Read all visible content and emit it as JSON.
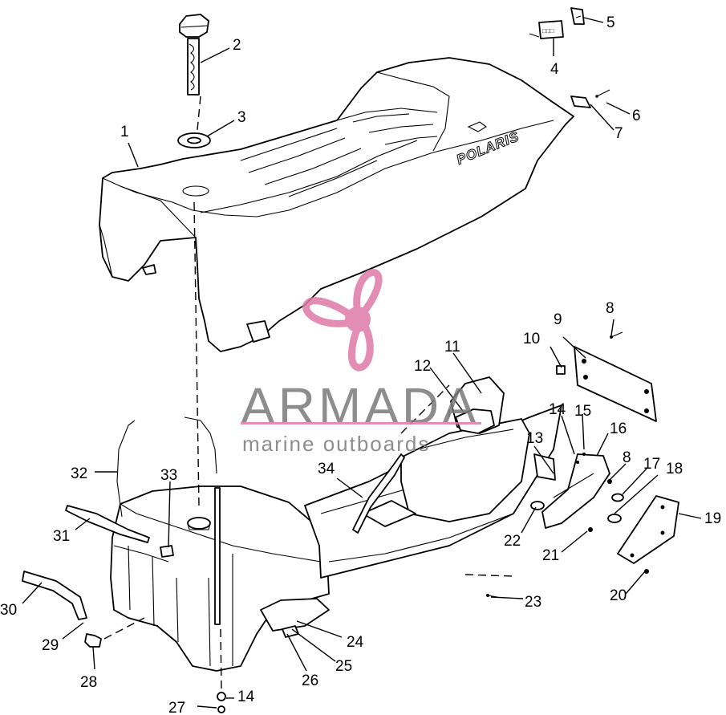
{
  "diagram": {
    "callouts": [
      "1",
      "2",
      "3",
      "4",
      "5",
      "6",
      "7",
      "8",
      "9",
      "10",
      "11",
      "12",
      "13",
      "14",
      "15",
      "16",
      "17",
      "18",
      "19",
      "20",
      "21",
      "22",
      "23",
      "24",
      "25",
      "26",
      "27",
      "28",
      "29",
      "30",
      "31",
      "32",
      "33",
      "34"
    ],
    "seat_brand_text": "POLARIS",
    "label_tag_text": "□□□"
  },
  "watermark": {
    "brand": "ARMADA",
    "tagline": "marine outboards",
    "accent_color": "#e07aa8",
    "text_color": "#7a7a7a",
    "icon": "propeller-icon"
  }
}
